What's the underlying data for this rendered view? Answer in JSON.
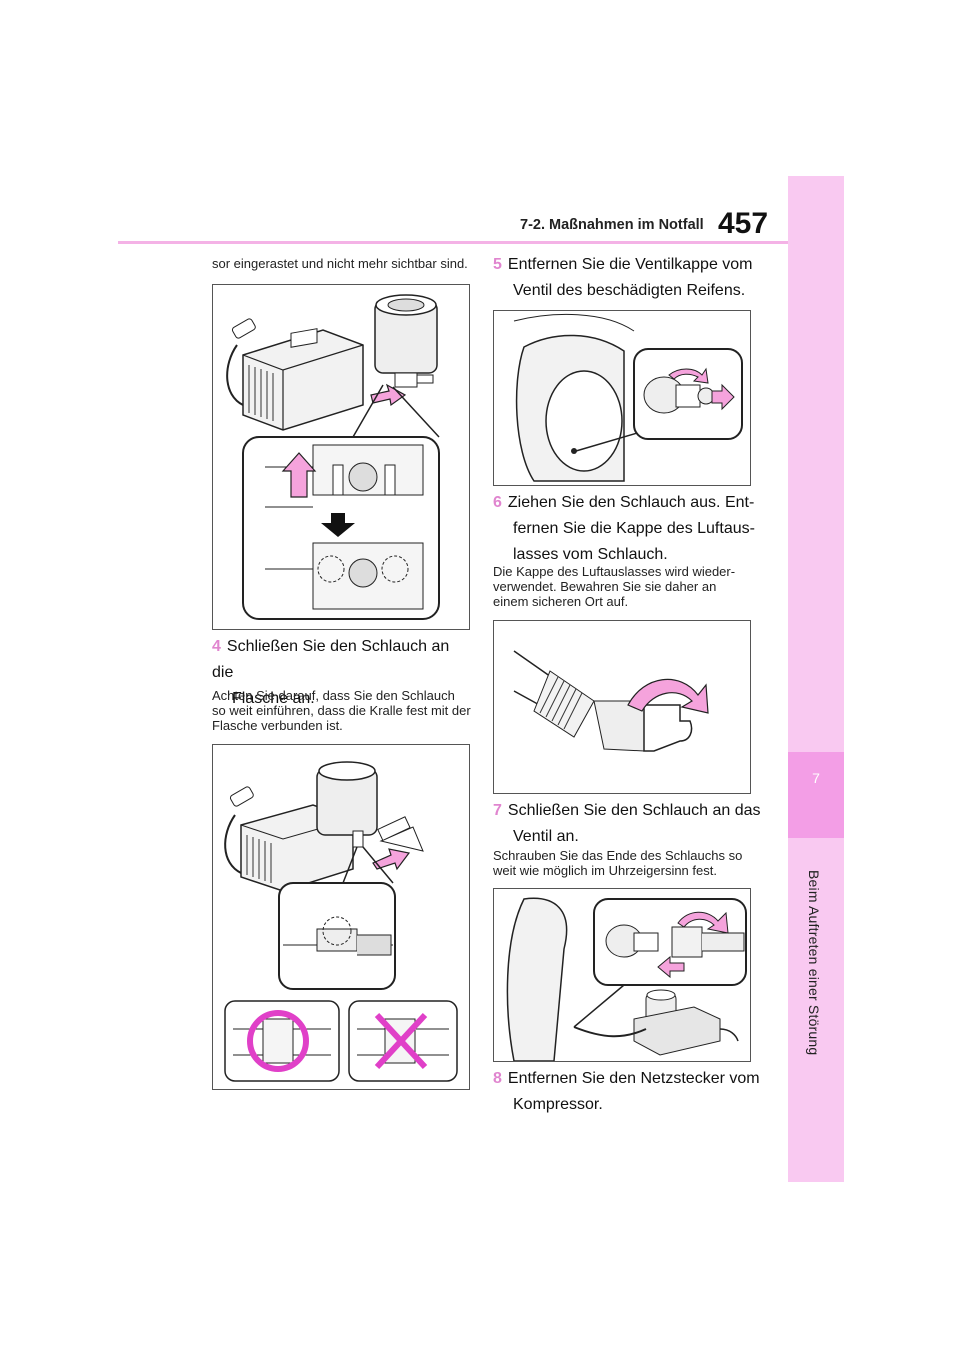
{
  "header": {
    "page_number": "457",
    "section_title": "7-2. Maßnahmen im Notfall"
  },
  "side_tab": {
    "chapter_number": "7",
    "chapter_title": "Beim Auftreten einer Störung"
  },
  "left_column": {
    "intro_text": "sor eingerastet und nicht mehr sichtbar sind.",
    "step4": {
      "number": "4",
      "line1": "Schließen Sie den Schlauch an die",
      "line2": "Flasche an.",
      "note": [
        "Achten Sie darauf, dass Sie den Schlauch",
        "so weit einführen, dass die Kralle fest mit der",
        "Flasche verbunden ist."
      ]
    }
  },
  "right_column": {
    "step5": {
      "number": "5",
      "line1": "Entfernen Sie die Ventilkappe vom",
      "line2": "Ventil des beschädigten Reifens."
    },
    "step6": {
      "number": "6",
      "line1": "Ziehen Sie den Schlauch aus. Ent-",
      "line2": "fernen Sie die Kappe des Luftaus-",
      "line3": "lasses vom Schlauch.",
      "note": [
        "Die Kappe des Luftauslasses wird wieder-",
        "verwendet. Bewahren Sie sie daher an",
        "einem sicheren Ort auf."
      ]
    },
    "step7": {
      "number": "7",
      "line1": "Schließen Sie den Schlauch an das",
      "line2": "Ventil an.",
      "note": [
        "Schrauben Sie das Ende des Schlauchs so",
        "weit wie möglich im Uhrzeigersinn fest."
      ]
    },
    "step8": {
      "number": "8",
      "line1": "Entfernen Sie den Netzstecker vom",
      "line2": "Kompressor."
    }
  },
  "colors": {
    "accent_pink": "#f4b2e6",
    "tab_light": "#f9c9f1",
    "tab_dark": "#f39ee6",
    "arrow_pink": "#f5a3dc",
    "mark_magenta": "#e040c8"
  }
}
